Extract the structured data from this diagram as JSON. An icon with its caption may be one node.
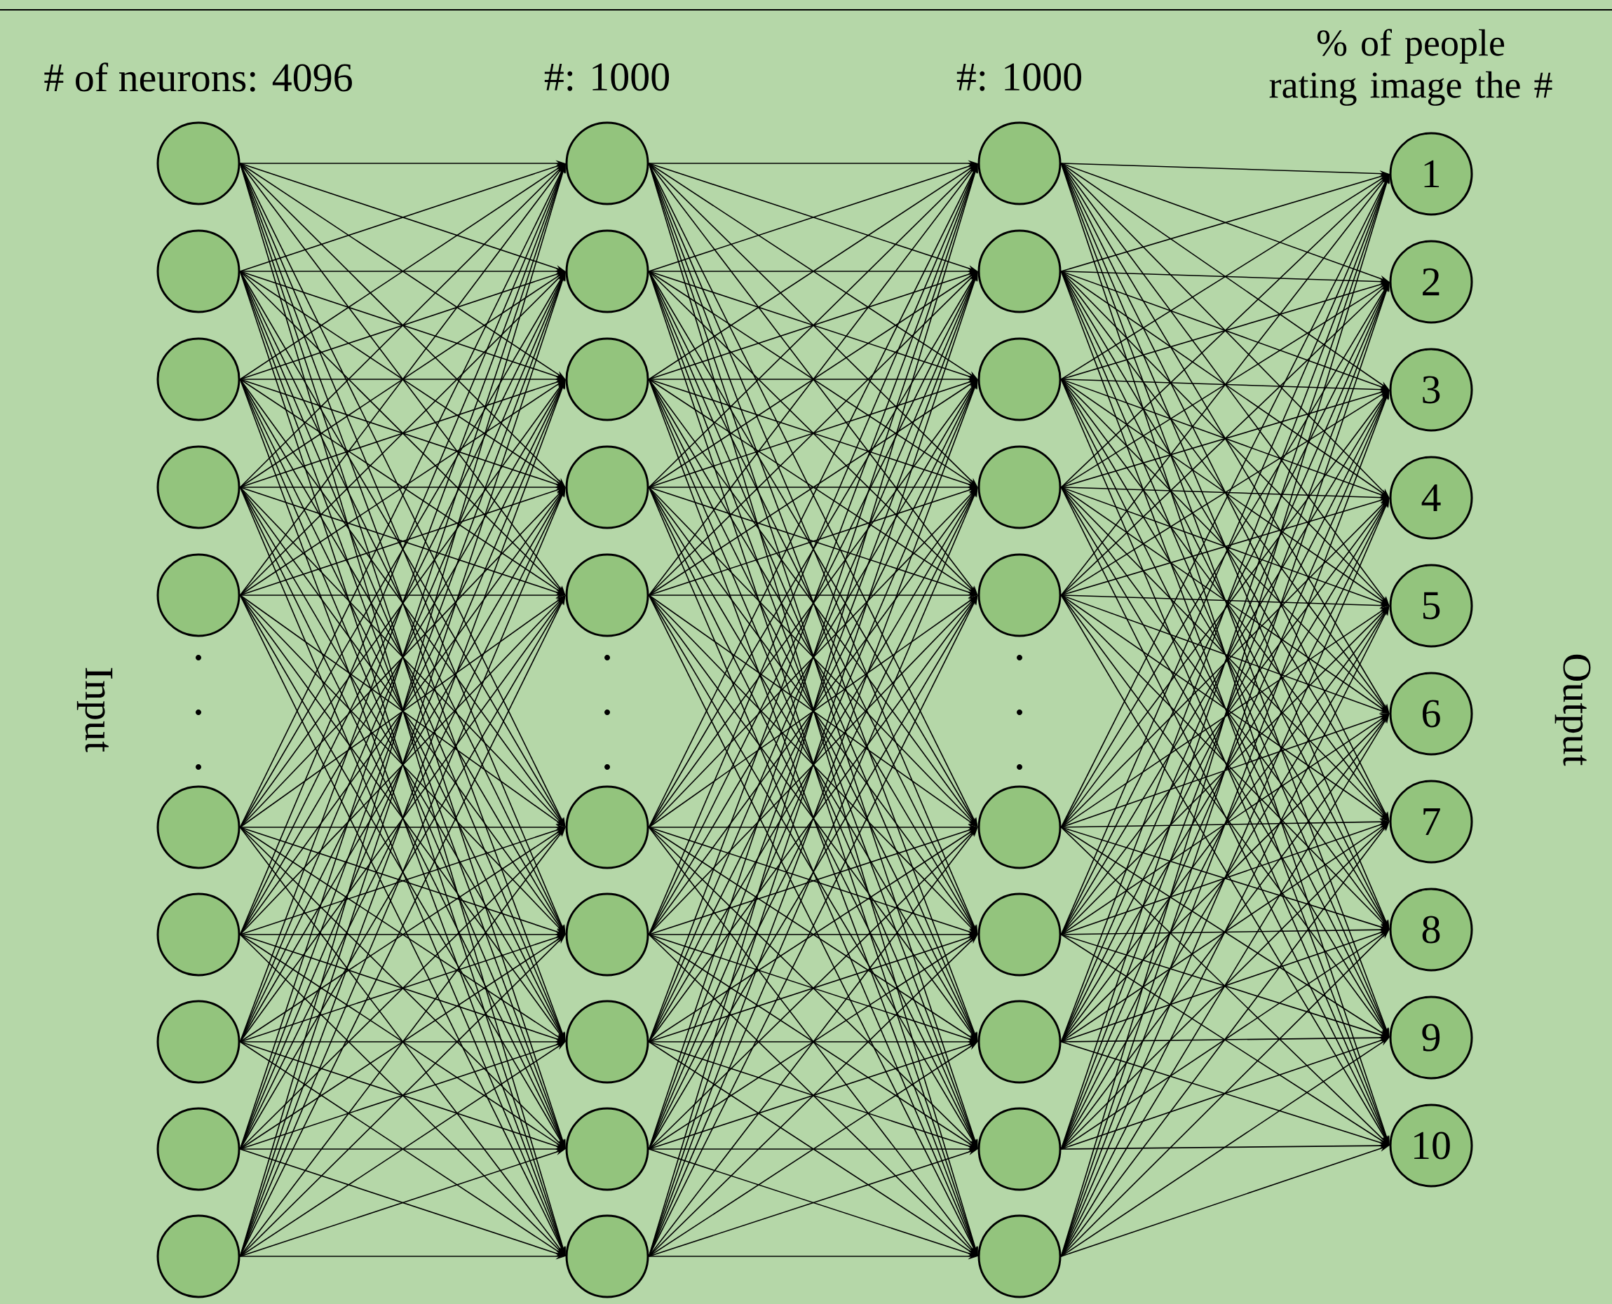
{
  "diagram": {
    "nodes": [
      {
        "text": [],
        "shape": "circle"
      },
      {
        "text": [],
        "shape": "circle"
      },
      {
        "text": [],
        "shape": "circle"
      },
      {
        "text": [],
        "shape": "circle"
      },
      {
        "text": [],
        "shape": "circle"
      },
      {
        "text": [],
        "shape": "circle"
      },
      {
        "text": [],
        "shape": "circle"
      },
      {
        "text": [],
        "shape": "circle"
      },
      {
        "text": [],
        "shape": "circle"
      },
      {
        "text": [],
        "shape": "circle"
      },
      {
        "text": [],
        "shape": "circle"
      },
      {
        "text": [],
        "shape": "circle"
      },
      {
        "text": [],
        "shape": "circle"
      },
      {
        "text": [],
        "shape": "circle"
      },
      {
        "text": [],
        "shape": "circle"
      },
      {
        "text": [],
        "shape": "circle"
      },
      {
        "text": [],
        "shape": "circle"
      },
      {
        "text": [],
        "shape": "circle"
      },
      {
        "text": [],
        "shape": "circle"
      },
      {
        "text": [],
        "shape": "circle"
      },
      {
        "text": [],
        "shape": "circle"
      },
      {
        "text": [],
        "shape": "circle"
      },
      {
        "text": [],
        "shape": "circle"
      },
      {
        "text": [],
        "shape": "circle"
      },
      {
        "text": [],
        "shape": "circle"
      },
      {
        "text": [],
        "shape": "circle"
      },
      {
        "text": [],
        "shape": "circle"
      },
      {
        "text": [],
        "shape": "circle"
      },
      {
        "text": [],
        "shape": "circle"
      },
      {
        "text": [],
        "shape": "circle"
      },
      {
        "text": [
          "1"
        ]
      },
      {
        "text": [
          "2"
        ]
      },
      {
        "text": [
          "3"
        ]
      },
      {
        "text": [
          "4"
        ]
      },
      {
        "text": [
          "5"
        ]
      },
      {
        "text": [
          "6"
        ]
      },
      {
        "text": [
          "7"
        ]
      },
      {
        "text": [
          "8"
        ]
      },
      {
        "text": [
          "9"
        ]
      },
      {
        "text": [
          "10"
        ]
      }
    ],
    "edges": [
      {
        "from": 0,
        "to": 10,
        "arrow": "to"
      },
      {
        "from": 0,
        "to": 11,
        "arrow": "to"
      },
      {
        "from": 0,
        "to": 12,
        "arrow": "to"
      },
      {
        "from": 0,
        "to": 13,
        "arrow": "to"
      },
      {
        "from": 0,
        "to": 14,
        "arrow": "to"
      },
      {
        "from": 0,
        "to": 15,
        "arrow": "to"
      },
      {
        "from": 0,
        "to": 16,
        "arrow": "to"
      },
      {
        "from": 0,
        "to": 17,
        "arrow": "to"
      },
      {
        "from": 0,
        "to": 18,
        "arrow": "to"
      },
      {
        "from": 0,
        "to": 19,
        "arrow": "to"
      },
      {
        "from": 1,
        "to": 10,
        "arrow": "to"
      },
      {
        "from": 1,
        "to": 11,
        "arrow": "to"
      },
      {
        "from": 1,
        "to": 12,
        "arrow": "to"
      },
      {
        "from": 1,
        "to": 13,
        "arrow": "to"
      },
      {
        "from": 1,
        "to": 14,
        "arrow": "to"
      },
      {
        "from": 1,
        "to": 15,
        "arrow": "to"
      },
      {
        "from": 1,
        "to": 16,
        "arrow": "to"
      },
      {
        "from": 1,
        "to": 17,
        "arrow": "to"
      },
      {
        "from": 1,
        "to": 18,
        "arrow": "to"
      },
      {
        "from": 1,
        "to": 19,
        "arrow": "to"
      },
      {
        "from": 2,
        "to": 10,
        "arrow": "to"
      },
      {
        "from": 2,
        "to": 11,
        "arrow": "to"
      },
      {
        "from": 2,
        "to": 12,
        "arrow": "to"
      },
      {
        "from": 2,
        "to": 13,
        "arrow": "to"
      },
      {
        "from": 2,
        "to": 14,
        "arrow": "to"
      },
      {
        "from": 2,
        "to": 15,
        "arrow": "to"
      },
      {
        "from": 2,
        "to": 16,
        "arrow": "to"
      },
      {
        "from": 2,
        "to": 17,
        "arrow": "to"
      },
      {
        "from": 2,
        "to": 18,
        "arrow": "to"
      },
      {
        "from": 2,
        "to": 19,
        "arrow": "to"
      },
      {
        "from": 3,
        "to": 10,
        "arrow": "to"
      },
      {
        "from": 3,
        "to": 11,
        "arrow": "to"
      },
      {
        "from": 3,
        "to": 12,
        "arrow": "to"
      },
      {
        "from": 3,
        "to": 13,
        "arrow": "to"
      },
      {
        "from": 3,
        "to": 14,
        "arrow": "to"
      },
      {
        "from": 3,
        "to": 15,
        "arrow": "to"
      },
      {
        "from": 3,
        "to": 16,
        "arrow": "to"
      },
      {
        "from": 3,
        "to": 17,
        "arrow": "to"
      },
      {
        "from": 3,
        "to": 18,
        "arrow": "to"
      },
      {
        "from": 3,
        "to": 19,
        "arrow": "to"
      },
      {
        "from": 4,
        "to": 10,
        "arrow": "to"
      },
      {
        "from": 4,
        "to": 11,
        "arrow": "to"
      },
      {
        "from": 4,
        "to": 12,
        "arrow": "to"
      },
      {
        "from": 4,
        "to": 13,
        "arrow": "to"
      },
      {
        "from": 4,
        "to": 14,
        "arrow": "to"
      },
      {
        "from": 4,
        "to": 15,
        "arrow": "to"
      },
      {
        "from": 4,
        "to": 16,
        "arrow": "to"
      },
      {
        "from": 4,
        "to": 17,
        "arrow": "to"
      },
      {
        "from": 4,
        "to": 18,
        "arrow": "to"
      },
      {
        "from": 4,
        "to": 19,
        "arrow": "to"
      },
      {
        "from": 5,
        "to": 10,
        "arrow": "to"
      },
      {
        "from": 5,
        "to": 11,
        "arrow": "to"
      },
      {
        "from": 5,
        "to": 12,
        "arrow": "to"
      },
      {
        "from": 5,
        "to": 13,
        "arrow": "to"
      },
      {
        "from": 5,
        "to": 14,
        "arrow": "to"
      },
      {
        "from": 5,
        "to": 15,
        "arrow": "to"
      },
      {
        "from": 5,
        "to": 16,
        "arrow": "to"
      },
      {
        "from": 5,
        "to": 17,
        "arrow": "to"
      },
      {
        "from": 5,
        "to": 18,
        "arrow": "to"
      },
      {
        "from": 5,
        "to": 19,
        "arrow": "to"
      },
      {
        "from": 6,
        "to": 10,
        "arrow": "to"
      },
      {
        "from": 6,
        "to": 11,
        "arrow": "to"
      },
      {
        "from": 6,
        "to": 12,
        "arrow": "to"
      },
      {
        "from": 6,
        "to": 13,
        "arrow": "to"
      },
      {
        "from": 6,
        "to": 14,
        "arrow": "to"
      },
      {
        "from": 6,
        "to": 15,
        "arrow": "to"
      },
      {
        "from": 6,
        "to": 16,
        "arrow": "to"
      },
      {
        "from": 6,
        "to": 17,
        "arrow": "to"
      },
      {
        "from": 6,
        "to": 18,
        "arrow": "to"
      },
      {
        "from": 6,
        "to": 19,
        "arrow": "to"
      },
      {
        "from": 7,
        "to": 10,
        "arrow": "to"
      },
      {
        "from": 7,
        "to": 11,
        "arrow": "to"
      },
      {
        "from": 7,
        "to": 12,
        "arrow": "to"
      },
      {
        "from": 7,
        "to": 13,
        "arrow": "to"
      },
      {
        "from": 7,
        "to": 14,
        "arrow": "to"
      },
      {
        "from": 7,
        "to": 15,
        "arrow": "to"
      },
      {
        "from": 7,
        "to": 16,
        "arrow": "to"
      },
      {
        "from": 7,
        "to": 17,
        "arrow": "to"
      },
      {
        "from": 7,
        "to": 18,
        "arrow": "to"
      },
      {
        "from": 7,
        "to": 19,
        "arrow": "to"
      },
      {
        "from": 8,
        "to": 10,
        "arrow": "to"
      },
      {
        "from": 8,
        "to": 11,
        "arrow": "to"
      },
      {
        "from": 8,
        "to": 12,
        "arrow": "to"
      },
      {
        "from": 8,
        "to": 13,
        "arrow": "to"
      },
      {
        "from": 8,
        "to": 14,
        "arrow": "to"
      },
      {
        "from": 8,
        "to": 15,
        "arrow": "to"
      },
      {
        "from": 8,
        "to": 16,
        "arrow": "to"
      },
      {
        "from": 8,
        "to": 17,
        "arrow": "to"
      },
      {
        "from": 8,
        "to": 18,
        "arrow": "to"
      },
      {
        "from": 8,
        "to": 19,
        "arrow": "to"
      },
      {
        "from": 9,
        "to": 10,
        "arrow": "to"
      },
      {
        "from": 9,
        "to": 11,
        "arrow": "to"
      },
      {
        "from": 9,
        "to": 12,
        "arrow": "to"
      },
      {
        "from": 9,
        "to": 13,
        "arrow": "to"
      },
      {
        "from": 9,
        "to": 14,
        "arrow": "to"
      },
      {
        "from": 9,
        "to": 15,
        "arrow": "to"
      },
      {
        "from": 9,
        "to": 16,
        "arrow": "to"
      },
      {
        "from": 9,
        "to": 17,
        "arrow": "to"
      },
      {
        "from": 9,
        "to": 18,
        "arrow": "to"
      },
      {
        "from": 9,
        "to": 19,
        "arrow": "to"
      },
      {
        "from": 10,
        "to": 20,
        "arrow": "to"
      },
      {
        "from": 10,
        "to": 21,
        "arrow": "to"
      },
      {
        "from": 10,
        "to": 22,
        "arrow": "to"
      },
      {
        "from": 10,
        "to": 23,
        "arrow": "to"
      },
      {
        "from": 10,
        "to": 24,
        "arrow": "to"
      },
      {
        "from": 10,
        "to": 25,
        "arrow": "to"
      },
      {
        "from": 10,
        "to": 26,
        "arrow": "to"
      },
      {
        "from": 10,
        "to": 27,
        "arrow": "to"
      },
      {
        "from": 10,
        "to": 28,
        "arrow": "to"
      },
      {
        "from": 10,
        "to": 29,
        "arrow": "to"
      },
      {
        "from": 11,
        "to": 20,
        "arrow": "to"
      },
      {
        "from": 11,
        "to": 21,
        "arrow": "to"
      },
      {
        "from": 11,
        "to": 22,
        "arrow": "to"
      },
      {
        "from": 11,
        "to": 23,
        "arrow": "to"
      },
      {
        "from": 11,
        "to": 24,
        "arrow": "to"
      },
      {
        "from": 11,
        "to": 25,
        "arrow": "to"
      },
      {
        "from": 11,
        "to": 26,
        "arrow": "to"
      },
      {
        "from": 11,
        "to": 27,
        "arrow": "to"
      },
      {
        "from": 11,
        "to": 28,
        "arrow": "to"
      },
      {
        "from": 11,
        "to": 29,
        "arrow": "to"
      },
      {
        "from": 12,
        "to": 20,
        "arrow": "to"
      },
      {
        "from": 12,
        "to": 21,
        "arrow": "to"
      },
      {
        "from": 12,
        "to": 22,
        "arrow": "to"
      },
      {
        "from": 12,
        "to": 23,
        "arrow": "to"
      },
      {
        "from": 12,
        "to": 24,
        "arrow": "to"
      },
      {
        "from": 12,
        "to": 25,
        "arrow": "to"
      },
      {
        "from": 12,
        "to": 26,
        "arrow": "to"
      },
      {
        "from": 12,
        "to": 27,
        "arrow": "to"
      },
      {
        "from": 12,
        "to": 28,
        "arrow": "to"
      },
      {
        "from": 12,
        "to": 29,
        "arrow": "to"
      },
      {
        "from": 13,
        "to": 20,
        "arrow": "to"
      },
      {
        "from": 13,
        "to": 21,
        "arrow": "to"
      },
      {
        "from": 13,
        "to": 22,
        "arrow": "to"
      },
      {
        "from": 13,
        "to": 23,
        "arrow": "to"
      },
      {
        "from": 13,
        "to": 24,
        "arrow": "to"
      },
      {
        "from": 13,
        "to": 25,
        "arrow": "to"
      },
      {
        "from": 13,
        "to": 26,
        "arrow": "to"
      },
      {
        "from": 13,
        "to": 27,
        "arrow": "to"
      },
      {
        "from": 13,
        "to": 28,
        "arrow": "to"
      },
      {
        "from": 13,
        "to": 29,
        "arrow": "to"
      },
      {
        "from": 14,
        "to": 20,
        "arrow": "to"
      },
      {
        "from": 14,
        "to": 21,
        "arrow": "to"
      },
      {
        "from": 14,
        "to": 22,
        "arrow": "to"
      },
      {
        "from": 14,
        "to": 23,
        "arrow": "to"
      },
      {
        "from": 14,
        "to": 24,
        "arrow": "to"
      },
      {
        "from": 14,
        "to": 25,
        "arrow": "to"
      },
      {
        "from": 14,
        "to": 26,
        "arrow": "to"
      },
      {
        "from": 14,
        "to": 27,
        "arrow": "to"
      },
      {
        "from": 14,
        "to": 28,
        "arrow": "to"
      },
      {
        "from": 14,
        "to": 29,
        "arrow": "to"
      },
      {
        "from": 15,
        "to": 20,
        "arrow": "to"
      },
      {
        "from": 15,
        "to": 21,
        "arrow": "to"
      },
      {
        "from": 15,
        "to": 22,
        "arrow": "to"
      },
      {
        "from": 15,
        "to": 23,
        "arrow": "to"
      },
      {
        "from": 15,
        "to": 24,
        "arrow": "to"
      },
      {
        "from": 15,
        "to": 25,
        "arrow": "to"
      },
      {
        "from": 15,
        "to": 26,
        "arrow": "to"
      },
      {
        "from": 15,
        "to": 27,
        "arrow": "to"
      },
      {
        "from": 15,
        "to": 28,
        "arrow": "to"
      },
      {
        "from": 15,
        "to": 29,
        "arrow": "to"
      },
      {
        "from": 16,
        "to": 20,
        "arrow": "to"
      },
      {
        "from": 16,
        "to": 21,
        "arrow": "to"
      },
      {
        "from": 16,
        "to": 22,
        "arrow": "to"
      },
      {
        "from": 16,
        "to": 23,
        "arrow": "to"
      },
      {
        "from": 16,
        "to": 24,
        "arrow": "to"
      },
      {
        "from": 16,
        "to": 25,
        "arrow": "to"
      },
      {
        "from": 16,
        "to": 26,
        "arrow": "to"
      },
      {
        "from": 16,
        "to": 27,
        "arrow": "to"
      },
      {
        "from": 16,
        "to": 28,
        "arrow": "to"
      },
      {
        "from": 16,
        "to": 29,
        "arrow": "to"
      },
      {
        "from": 17,
        "to": 20,
        "arrow": "to"
      },
      {
        "from": 17,
        "to": 21,
        "arrow": "to"
      },
      {
        "from": 17,
        "to": 22,
        "arrow": "to"
      },
      {
        "from": 17,
        "to": 23,
        "arrow": "to"
      },
      {
        "from": 17,
        "to": 24,
        "arrow": "to"
      },
      {
        "from": 17,
        "to": 25,
        "arrow": "to"
      },
      {
        "from": 17,
        "to": 26,
        "arrow": "to"
      },
      {
        "from": 17,
        "to": 27,
        "arrow": "to"
      },
      {
        "from": 17,
        "to": 28,
        "arrow": "to"
      },
      {
        "from": 17,
        "to": 29,
        "arrow": "to"
      },
      {
        "from": 18,
        "to": 20,
        "arrow": "to"
      },
      {
        "from": 18,
        "to": 21,
        "arrow": "to"
      },
      {
        "from": 18,
        "to": 22,
        "arrow": "to"
      },
      {
        "from": 18,
        "to": 23,
        "arrow": "to"
      },
      {
        "from": 18,
        "to": 24,
        "arrow": "to"
      },
      {
        "from": 18,
        "to": 25,
        "arrow": "to"
      },
      {
        "from": 18,
        "to": 26,
        "arrow": "to"
      },
      {
        "from": 18,
        "to": 27,
        "arrow": "to"
      },
      {
        "from": 18,
        "to": 28,
        "arrow": "to"
      },
      {
        "from": 18,
        "to": 29,
        "arrow": "to"
      },
      {
        "from": 19,
        "to": 20,
        "arrow": "to"
      },
      {
        "from": 19,
        "to": 21,
        "arrow": "to"
      },
      {
        "from": 19,
        "to": 22,
        "arrow": "to"
      },
      {
        "from": 19,
        "to": 23,
        "arrow": "to"
      },
      {
        "from": 19,
        "to": 24,
        "arrow": "to"
      },
      {
        "from": 19,
        "to": 25,
        "arrow": "to"
      },
      {
        "from": 19,
        "to": 26,
        "arrow": "to"
      },
      {
        "from": 19,
        "to": 27,
        "arrow": "to"
      },
      {
        "from": 19,
        "to": 28,
        "arrow": "to"
      },
      {
        "from": 19,
        "to": 29,
        "arrow": "to"
      },
      {
        "from": 20,
        "to": 30,
        "arrow": "to"
      },
      {
        "from": 20,
        "to": 31,
        "arrow": "to"
      },
      {
        "from": 20,
        "to": 32,
        "arrow": "to"
      },
      {
        "from": 20,
        "to": 33,
        "arrow": "to"
      },
      {
        "from": 20,
        "to": 34,
        "arrow": "to"
      },
      {
        "from": 20,
        "to": 35,
        "arrow": "to"
      },
      {
        "from": 20,
        "to": 36,
        "arrow": "to"
      },
      {
        "from": 20,
        "to": 37,
        "arrow": "to"
      },
      {
        "from": 20,
        "to": 38,
        "arrow": "to"
      },
      {
        "from": 20,
        "to": 39,
        "arrow": "to"
      },
      {
        "from": 21,
        "to": 30,
        "arrow": "to"
      },
      {
        "from": 21,
        "to": 31,
        "arrow": "to"
      },
      {
        "from": 21,
        "to": 32,
        "arrow": "to"
      },
      {
        "from": 21,
        "to": 33,
        "arrow": "to"
      },
      {
        "from": 21,
        "to": 34,
        "arrow": "to"
      },
      {
        "from": 21,
        "to": 35,
        "arrow": "to"
      },
      {
        "from": 21,
        "to": 36,
        "arrow": "to"
      },
      {
        "from": 21,
        "to": 37,
        "arrow": "to"
      },
      {
        "from": 21,
        "to": 38,
        "arrow": "to"
      },
      {
        "from": 21,
        "to": 39,
        "arrow": "to"
      },
      {
        "from": 22,
        "to": 30,
        "arrow": "to"
      },
      {
        "from": 22,
        "to": 31,
        "arrow": "to"
      },
      {
        "from": 22,
        "to": 32,
        "arrow": "to"
      },
      {
        "from": 22,
        "to": 33,
        "arrow": "to"
      },
      {
        "from": 22,
        "to": 34,
        "arrow": "to"
      },
      {
        "from": 22,
        "to": 35,
        "arrow": "to"
      },
      {
        "from": 22,
        "to": 36,
        "arrow": "to"
      },
      {
        "from": 22,
        "to": 37,
        "arrow": "to"
      },
      {
        "from": 22,
        "to": 38,
        "arrow": "to"
      },
      {
        "from": 22,
        "to": 39,
        "arrow": "to"
      },
      {
        "from": 23,
        "to": 30,
        "arrow": "to"
      },
      {
        "from": 23,
        "to": 31,
        "arrow": "to"
      },
      {
        "from": 23,
        "to": 32,
        "arrow": "to"
      },
      {
        "from": 23,
        "to": 33,
        "arrow": "to"
      },
      {
        "from": 23,
        "to": 34,
        "arrow": "to"
      },
      {
        "from": 23,
        "to": 35,
        "arrow": "to"
      },
      {
        "from": 23,
        "to": 36,
        "arrow": "to"
      },
      {
        "from": 23,
        "to": 37,
        "arrow": "to"
      },
      {
        "from": 23,
        "to": 38,
        "arrow": "to"
      },
      {
        "from": 23,
        "to": 39,
        "arrow": "to"
      },
      {
        "from": 24,
        "to": 30,
        "arrow": "to"
      },
      {
        "from": 24,
        "to": 31,
        "arrow": "to"
      },
      {
        "from": 24,
        "to": 32,
        "arrow": "to"
      },
      {
        "from": 24,
        "to": 33,
        "arrow": "to"
      },
      {
        "from": 24,
        "to": 34,
        "arrow": "to"
      },
      {
        "from": 24,
        "to": 35,
        "arrow": "to"
      },
      {
        "from": 24,
        "to": 36,
        "arrow": "to"
      },
      {
        "from": 24,
        "to": 37,
        "arrow": "to"
      },
      {
        "from": 24,
        "to": 38,
        "arrow": "to"
      },
      {
        "from": 24,
        "to": 39,
        "arrow": "to"
      },
      {
        "from": 25,
        "to": 30,
        "arrow": "to"
      },
      {
        "from": 25,
        "to": 31,
        "arrow": "to"
      },
      {
        "from": 25,
        "to": 32,
        "arrow": "to"
      },
      {
        "from": 25,
        "to": 33,
        "arrow": "to"
      },
      {
        "from": 25,
        "to": 34,
        "arrow": "to"
      },
      {
        "from": 25,
        "to": 35,
        "arrow": "to"
      },
      {
        "from": 25,
        "to": 36,
        "arrow": "to"
      },
      {
        "from": 25,
        "to": 37,
        "arrow": "to"
      },
      {
        "from": 25,
        "to": 38,
        "arrow": "to"
      },
      {
        "from": 25,
        "to": 39,
        "arrow": "to"
      },
      {
        "from": 26,
        "to": 30,
        "arrow": "to"
      },
      {
        "from": 26,
        "to": 31,
        "arrow": "to"
      },
      {
        "from": 26,
        "to": 32,
        "arrow": "to"
      },
      {
        "from": 26,
        "to": 33,
        "arrow": "to"
      },
      {
        "from": 26,
        "to": 34,
        "arrow": "to"
      },
      {
        "from": 26,
        "to": 35,
        "arrow": "to"
      },
      {
        "from": 26,
        "to": 36,
        "arrow": "to"
      },
      {
        "from": 26,
        "to": 37,
        "arrow": "to"
      },
      {
        "from": 26,
        "to": 38,
        "arrow": "to"
      },
      {
        "from": 26,
        "to": 39,
        "arrow": "to"
      },
      {
        "from": 27,
        "to": 30,
        "arrow": "to"
      },
      {
        "from": 27,
        "to": 31,
        "arrow": "to"
      },
      {
        "from": 27,
        "to": 32,
        "arrow": "to"
      },
      {
        "from": 27,
        "to": 33,
        "arrow": "to"
      },
      {
        "from": 27,
        "to": 34,
        "arrow": "to"
      },
      {
        "from": 27,
        "to": 35,
        "arrow": "to"
      },
      {
        "from": 27,
        "to": 36,
        "arrow": "to"
      },
      {
        "from": 27,
        "to": 37,
        "arrow": "to"
      },
      {
        "from": 27,
        "to": 38,
        "arrow": "to"
      },
      {
        "from": 27,
        "to": 39,
        "arrow": "to"
      },
      {
        "from": 28,
        "to": 30,
        "arrow": "to"
      },
      {
        "from": 28,
        "to": 31,
        "arrow": "to"
      },
      {
        "from": 28,
        "to": 32,
        "arrow": "to"
      },
      {
        "from": 28,
        "to": 33,
        "arrow": "to"
      },
      {
        "from": 28,
        "to": 34,
        "arrow": "to"
      },
      {
        "from": 28,
        "to": 35,
        "arrow": "to"
      },
      {
        "from": 28,
        "to": 36,
        "arrow": "to"
      },
      {
        "from": 28,
        "to": 37,
        "arrow": "to"
      },
      {
        "from": 28,
        "to": 38,
        "arrow": "to"
      },
      {
        "from": 28,
        "to": 39,
        "arrow": "to"
      },
      {
        "from": 29,
        "to": 30,
        "arrow": "to"
      },
      {
        "from": 29,
        "to": 31,
        "arrow": "to"
      },
      {
        "from": 29,
        "to": 32,
        "arrow": "to"
      },
      {
        "from": 29,
        "to": 33,
        "arrow": "to"
      },
      {
        "from": 29,
        "to": 34,
        "arrow": "to"
      },
      {
        "from": 29,
        "to": 35,
        "arrow": "to"
      },
      {
        "from": 29,
        "to": 36,
        "arrow": "to"
      },
      {
        "from": 29,
        "to": 37,
        "arrow": "to"
      },
      {
        "from": 29,
        "to": 38,
        "arrow": "to"
      },
      {
        "from": 29,
        "to": 39,
        "arrow": "to"
      }
    ],
    "labels": [
      "# of neurons: 4096",
      "#: 1000",
      "#: 1000",
      "% of people rating image the #",
      "Input",
      "Output"
    ]
  }
}
